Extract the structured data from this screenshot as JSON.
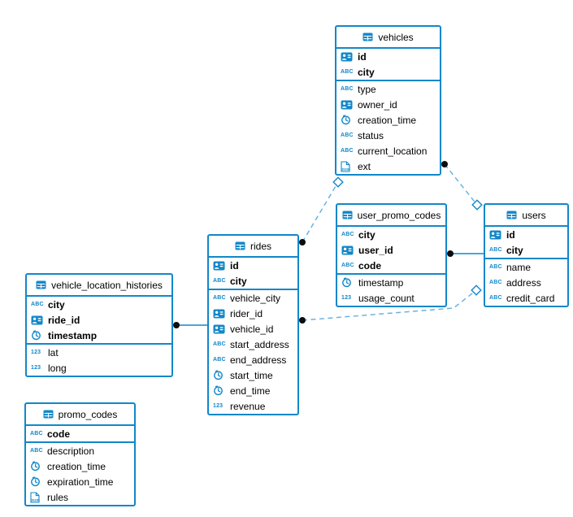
{
  "colors": {
    "primary_blue": "#1287c9",
    "connector_dashed": "#68b3e2",
    "connector_solid": "#1287c9",
    "marker_dot": "#0d0d0d",
    "marker_diamond_fill": "#ffffff",
    "text": "#000000",
    "background": "#ffffff"
  },
  "icon_glyphs": {
    "string": "ABC",
    "number": "123",
    "json_label": "JSON"
  },
  "icons": {
    "table": "table-grid-icon",
    "uuid": "id-badge-icon",
    "string": "abc-text-icon",
    "timestamp": "clock-icon",
    "number": "numeric-123-icon",
    "json": "json-document-icon"
  },
  "tables": [
    {
      "name": "vehicles",
      "columns": [
        {
          "name": "id",
          "type": "uuid",
          "pk": true
        },
        {
          "name": "city",
          "type": "string",
          "pk": true
        },
        {
          "name": "type",
          "type": "string",
          "pk": false
        },
        {
          "name": "owner_id",
          "type": "uuid",
          "pk": false
        },
        {
          "name": "creation_time",
          "type": "timestamp",
          "pk": false
        },
        {
          "name": "status",
          "type": "string",
          "pk": false
        },
        {
          "name": "current_location",
          "type": "string",
          "pk": false
        },
        {
          "name": "ext",
          "type": "json",
          "pk": false
        }
      ]
    },
    {
      "name": "user_promo_codes",
      "columns": [
        {
          "name": "city",
          "type": "string",
          "pk": true
        },
        {
          "name": "user_id",
          "type": "uuid",
          "pk": true
        },
        {
          "name": "code",
          "type": "string",
          "pk": true
        },
        {
          "name": "timestamp",
          "type": "timestamp",
          "pk": false
        },
        {
          "name": "usage_count",
          "type": "number",
          "pk": false
        }
      ]
    },
    {
      "name": "users",
      "columns": [
        {
          "name": "id",
          "type": "uuid",
          "pk": true
        },
        {
          "name": "city",
          "type": "string",
          "pk": true
        },
        {
          "name": "name",
          "type": "string",
          "pk": false
        },
        {
          "name": "address",
          "type": "string",
          "pk": false
        },
        {
          "name": "credit_card",
          "type": "string",
          "pk": false
        }
      ]
    },
    {
      "name": "rides",
      "columns": [
        {
          "name": "id",
          "type": "uuid",
          "pk": true
        },
        {
          "name": "city",
          "type": "string",
          "pk": true
        },
        {
          "name": "vehicle_city",
          "type": "string",
          "pk": false
        },
        {
          "name": "rider_id",
          "type": "uuid",
          "pk": false
        },
        {
          "name": "vehicle_id",
          "type": "uuid",
          "pk": false
        },
        {
          "name": "start_address",
          "type": "string",
          "pk": false
        },
        {
          "name": "end_address",
          "type": "string",
          "pk": false
        },
        {
          "name": "start_time",
          "type": "timestamp",
          "pk": false
        },
        {
          "name": "end_time",
          "type": "timestamp",
          "pk": false
        },
        {
          "name": "revenue",
          "type": "number",
          "pk": false
        }
      ]
    },
    {
      "name": "vehicle_location_histories",
      "columns": [
        {
          "name": "city",
          "type": "string",
          "pk": true
        },
        {
          "name": "ride_id",
          "type": "uuid",
          "pk": true
        },
        {
          "name": "timestamp",
          "type": "timestamp",
          "pk": true
        },
        {
          "name": "lat",
          "type": "number",
          "pk": false
        },
        {
          "name": "long",
          "type": "number",
          "pk": false
        }
      ]
    },
    {
      "name": "promo_codes",
      "columns": [
        {
          "name": "code",
          "type": "string",
          "pk": true
        },
        {
          "name": "description",
          "type": "string",
          "pk": false
        },
        {
          "name": "creation_time",
          "type": "timestamp",
          "pk": false
        },
        {
          "name": "expiration_time",
          "type": "timestamp",
          "pk": false
        },
        {
          "name": "rules",
          "type": "json",
          "pk": false
        }
      ]
    }
  ],
  "relationships": [
    {
      "from": "rides",
      "to": "vehicles",
      "line": "dashed",
      "from_marker": "dot",
      "to_marker": "diamond"
    },
    {
      "from": "vehicles",
      "to": "users",
      "line": "dashed",
      "from_marker": "dot",
      "to_marker": "diamond"
    },
    {
      "from": "rides",
      "to": "users",
      "line": "dashed",
      "from_marker": "dot",
      "to_marker": "diamond"
    },
    {
      "from": "user_promo_codes",
      "to": "users",
      "line": "solid",
      "from_marker": "dot",
      "to_marker": "none"
    },
    {
      "from": "vehicle_location_histories",
      "to": "rides",
      "line": "solid",
      "from_marker": "dot",
      "to_marker": "none"
    }
  ]
}
